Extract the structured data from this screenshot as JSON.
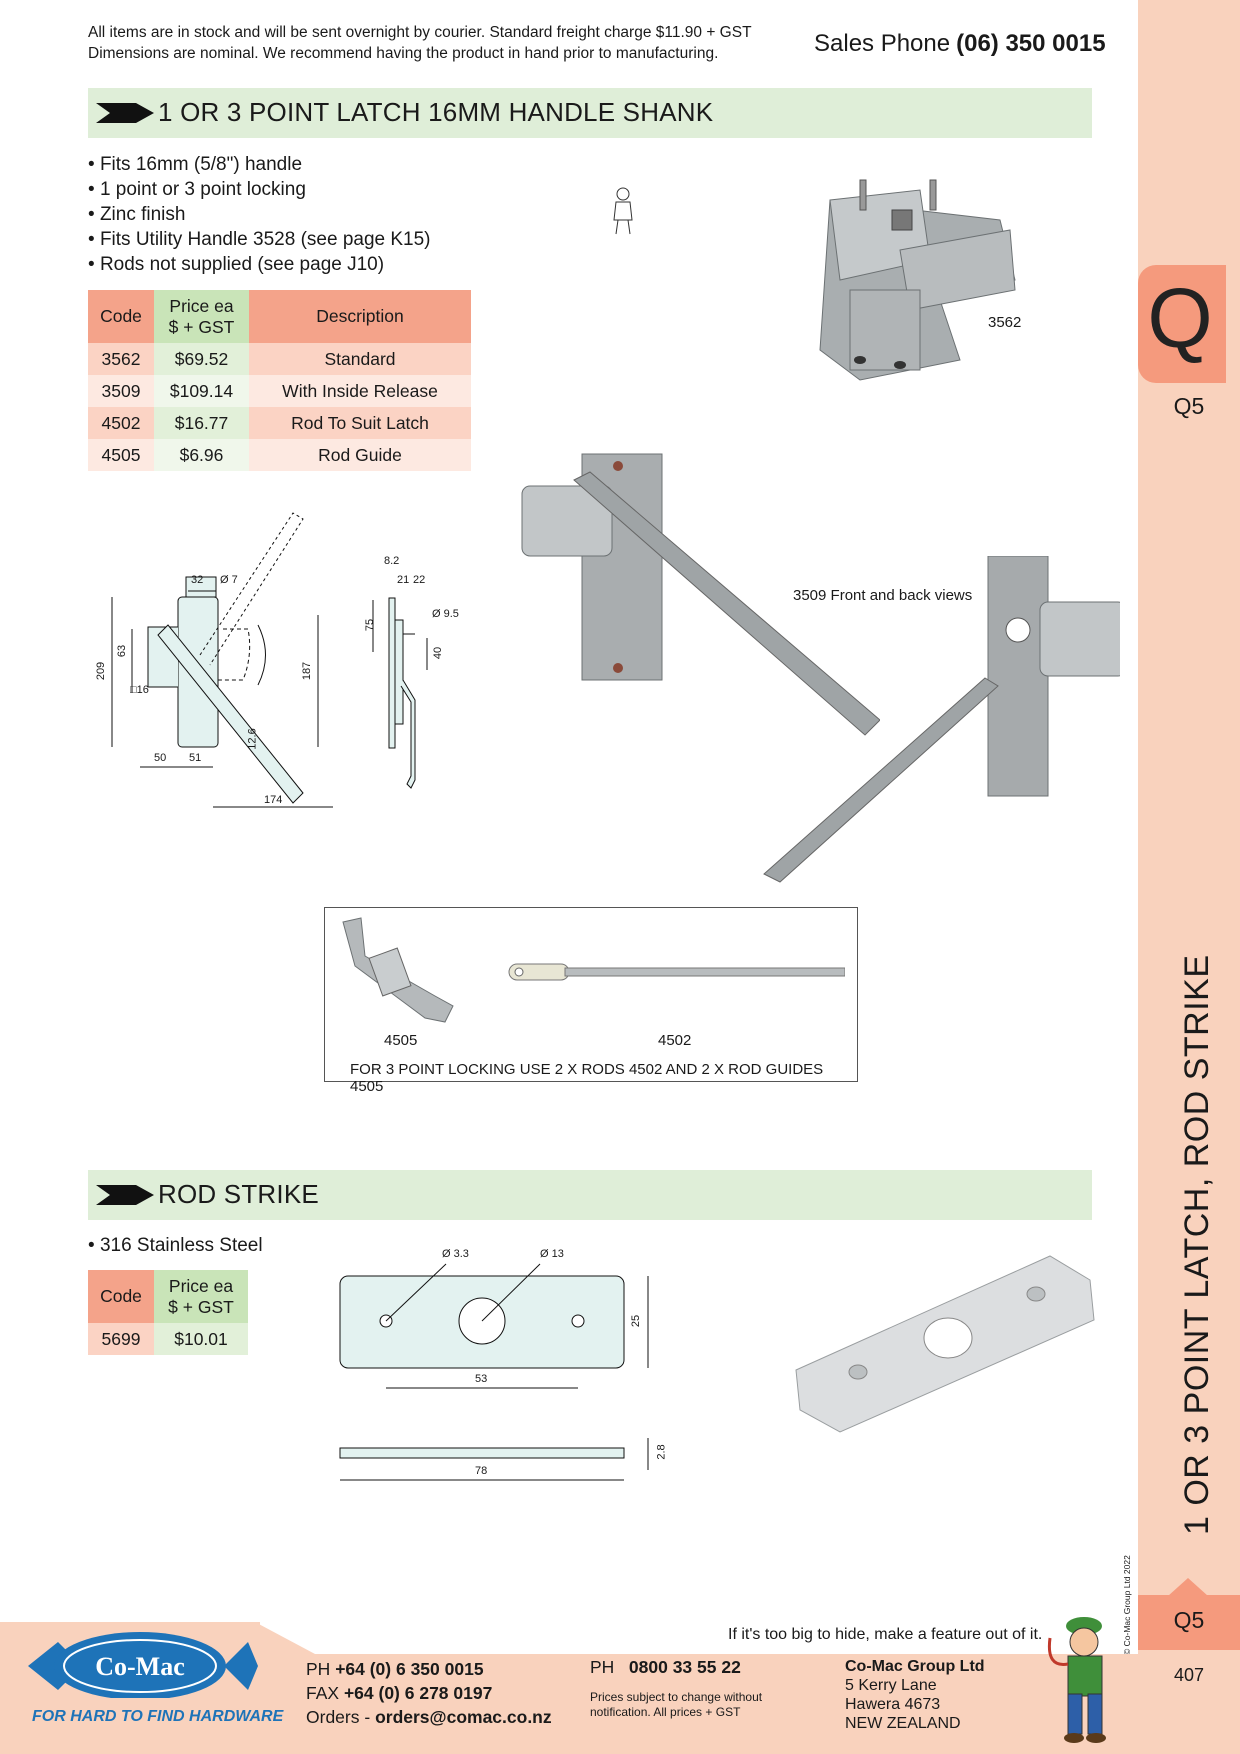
{
  "header": {
    "notice_line1": "All items are in stock and will be sent overnight by courier. Standard freight charge $11.90 + GST",
    "notice_line2": "Dimensions are nominal. We recommend having the product in hand prior to manufacturing.",
    "sales_label": "Sales Phone",
    "sales_number": "(06) 350 0015"
  },
  "section1": {
    "title": "1 OR 3 POINT LATCH 16MM HANDLE SHANK",
    "bullets": [
      "Fits 16mm (5/8\") handle",
      "1 point or 3 point locking",
      "Zinc finish",
      "Fits Utility Handle 3528 (see page K15)",
      "Rods not supplied (see page J10)"
    ],
    "table": {
      "headers": {
        "code": "Code",
        "price_l1": "Price ea",
        "price_l2": "$ + GST",
        "description": "Description"
      },
      "rows": [
        {
          "code": "3562",
          "price": "$69.52",
          "description": "Standard"
        },
        {
          "code": "3509",
          "price": "$109.14",
          "description": "With Inside Release"
        },
        {
          "code": "4502",
          "price": "$16.77",
          "description": "Rod To Suit Latch"
        },
        {
          "code": "4505",
          "price": "$6.96",
          "description": "Rod Guide"
        }
      ]
    },
    "photo_label_3562": "3562",
    "photo_label_3509": "3509  Front and back views",
    "rod_box": {
      "label_4505": "4505",
      "label_4502": "4502",
      "caption": "FOR 3 POINT LOCKING USE 2 X RODS 4502 AND 2 X ROD GUIDES 4505"
    },
    "dims": {
      "d32": "32",
      "d7": "Ø 7",
      "d209": "209",
      "d63": "63",
      "d16": "□16",
      "d187": "187",
      "d12_6": "12.6",
      "d50": "50",
      "d51": "51",
      "d174": "174",
      "d8_2": "8.2",
      "d21": "21",
      "d22": "22",
      "d75": "75",
      "d9_5": "Ø 9.5",
      "d40": "40"
    }
  },
  "section2": {
    "title": "ROD STRIKE",
    "bullets": [
      "316 Stainless Steel"
    ],
    "table": {
      "headers": {
        "code": "Code",
        "price_l1": "Price ea",
        "price_l2": "$ + GST"
      },
      "rows": [
        {
          "code": "5699",
          "price": "$10.01"
        }
      ]
    },
    "dims": {
      "d3_3": "Ø 3.3",
      "d13": "Ø 13",
      "d25": "25",
      "d53": "53",
      "d78": "78",
      "d2_8": "2.8"
    }
  },
  "sidebar": {
    "letter": "Q",
    "code_top": "Q5",
    "vertical_title": "1 OR 3 POINT LATCH, ROD STRIKE",
    "copyright": "© Co-Mac Group Ltd 2022",
    "code_bottom": "Q5",
    "page_number": "407"
  },
  "footer": {
    "slogan": "If it's too big to hide, make a feature out of it.",
    "logo_text": "Co-Mac",
    "tagline": "FOR HARD TO FIND HARDWARE",
    "ph_label": "PH",
    "ph_value": "+64 (0) 6 350 0015",
    "fax_label": "FAX",
    "fax_value": "+64 (0) 6 278 0197",
    "orders_label": "Orders -",
    "orders_value": "orders@comac.co.nz",
    "ph2_label": "PH",
    "ph2_value": "0800 33 55 22",
    "note_l1": "Prices subject to change without",
    "note_l2": "notification. All prices + GST",
    "company": "Co-Mac Group Ltd",
    "addr1": "5 Kerry Lane",
    "addr2": "Hawera 4673",
    "addr3": "NEW ZEALAND"
  },
  "colors": {
    "green_bar": "#dfeed8",
    "salmon": "#f4a38a",
    "light_salmon": "#f9d2bd",
    "tab_orange": "#f59a7d",
    "logo_blue": "#1e73b8"
  }
}
